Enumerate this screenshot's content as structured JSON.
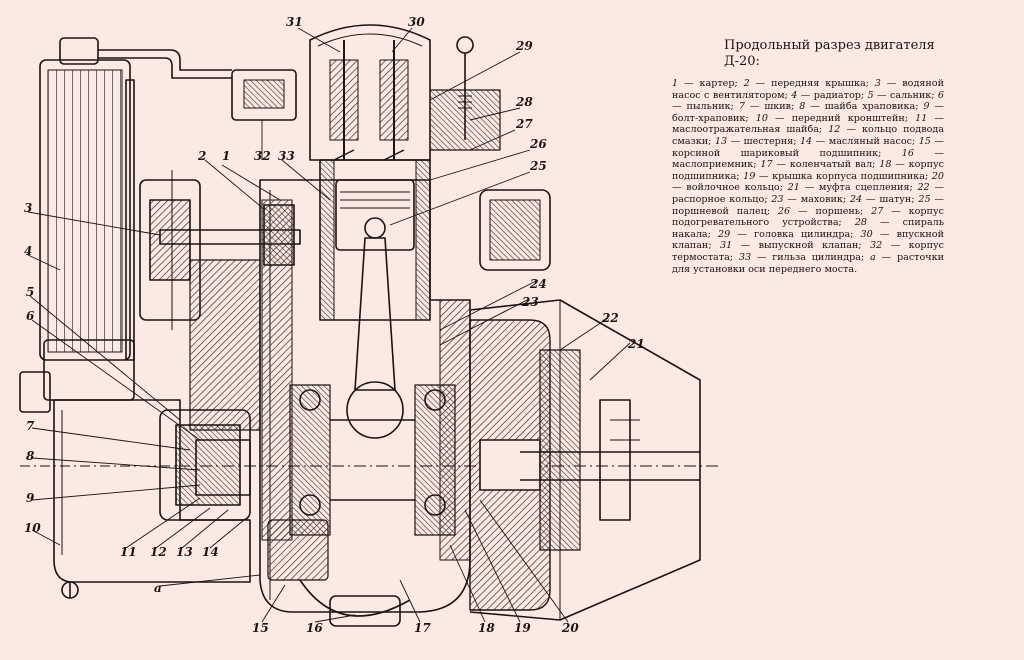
{
  "caption": {
    "title_line1": "Продольный разрез двигателя",
    "title_line2": "Д-20:"
  },
  "legend": [
    {
      "num": "1",
      "text": "картер"
    },
    {
      "num": "2",
      "text": "передняя крышка"
    },
    {
      "num": "3",
      "text": "водяной насос с вентилятором"
    },
    {
      "num": "4",
      "text": "радиатор"
    },
    {
      "num": "5",
      "text": "сальник"
    },
    {
      "num": "6",
      "text": "пыльник"
    },
    {
      "num": "7",
      "text": "шкив"
    },
    {
      "num": "8",
      "text": "шайба храповика"
    },
    {
      "num": "9",
      "text": "болт-храповик"
    },
    {
      "num": "10",
      "text": "передний кронштейн"
    },
    {
      "num": "11",
      "text": "маслоотражательная шайба"
    },
    {
      "num": "12",
      "text": "кольцо подвода смазки"
    },
    {
      "num": "13",
      "text": "шестерня"
    },
    {
      "num": "14",
      "text": "масляный насос"
    },
    {
      "num": "15",
      "text": "корсиной шариковый подшипник"
    },
    {
      "num": "16",
      "text": "маслоприемник"
    },
    {
      "num": "17",
      "text": "коленчатый вал"
    },
    {
      "num": "18",
      "text": "корпус подшипника"
    },
    {
      "num": "19",
      "text": "крышка корпуса подшипника"
    },
    {
      "num": "20",
      "text": "войлочное кольцо"
    },
    {
      "num": "21",
      "text": "муфта сцепления"
    },
    {
      "num": "22",
      "text": "распорное кольцо"
    },
    {
      "num": "23",
      "text": "маховик"
    },
    {
      "num": "24",
      "text": "шатун"
    },
    {
      "num": "25",
      "text": "поршневой палец"
    },
    {
      "num": "26",
      "text": "поршень"
    },
    {
      "num": "27",
      "text": "корпус подогревательного устройства"
    },
    {
      "num": "28",
      "text": "спираль накала"
    },
    {
      "num": "29",
      "text": "головка цилиндра"
    },
    {
      "num": "30",
      "text": "впускной клапан"
    },
    {
      "num": "31",
      "text": "выпускной клапан"
    },
    {
      "num": "32",
      "text": "корпус термостата"
    },
    {
      "num": "33",
      "text": "гильза цилиндра"
    },
    {
      "num": "а",
      "text": "расточки для установки оси переднего моста"
    }
  ],
  "callouts": {
    "c1": "1",
    "c2": "2",
    "c3": "3",
    "c4": "4",
    "c5": "5",
    "c6": "6",
    "c7": "7",
    "c8": "8",
    "c9": "9",
    "c10": "10",
    "c11": "11",
    "c12": "12",
    "c13": "13",
    "c14": "14",
    "c15": "15",
    "c16": "16",
    "c17": "17",
    "c18": "18",
    "c19": "19",
    "c20": "20",
    "c21": "21",
    "c22": "22",
    "c23": "23",
    "c24": "24",
    "c25": "25",
    "c26": "26",
    "c27": "27",
    "c28": "28",
    "c29": "29",
    "c30": "30",
    "c31": "31",
    "c32": "32",
    "c33": "33",
    "ca": "а"
  },
  "colors": {
    "background": "#fbe9e4",
    "ink": "#1a1412",
    "hatch": "#3a2e2a"
  }
}
